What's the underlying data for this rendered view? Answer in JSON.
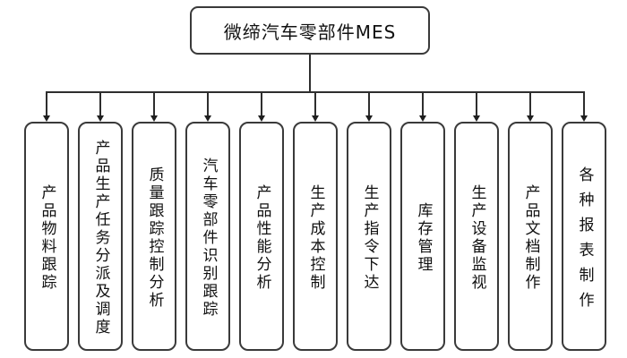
{
  "root": {
    "label": "微缔汽车零部件MES"
  },
  "modules": [
    {
      "label": "产品物料跟踪"
    },
    {
      "label": "产品生产任务分派及调度"
    },
    {
      "label": "质量跟踪控制分析"
    },
    {
      "label": "汽车零部件识别跟踪"
    },
    {
      "label": "产品性能分析"
    },
    {
      "label": "生产成本控制"
    },
    {
      "label": "生产指令下达"
    },
    {
      "label": "库存管理"
    },
    {
      "label": "生产设备监视"
    },
    {
      "label": "产品文档制作"
    },
    {
      "label": "各种报表制作"
    }
  ],
  "colors": {
    "line": "#2e2e2e",
    "border": "#3a3a3a",
    "text": "#111111",
    "background": "#ffffff"
  }
}
